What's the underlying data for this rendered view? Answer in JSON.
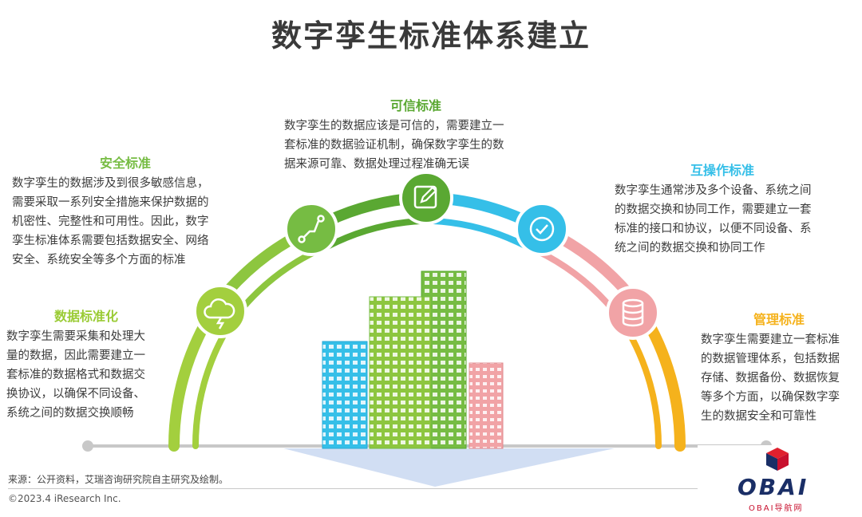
{
  "title": "数字孪生标准体系建立",
  "sections": {
    "data_std": {
      "heading": "数据标准化",
      "lines": [
        "数字孪生需要采集和处理大",
        "量的数据，因此需要建立一",
        "套标准的数据格式和数据交",
        "换协议，以确保不同设备、",
        "系统之间的数据交换顺畅"
      ]
    },
    "security": {
      "heading": "安全标准",
      "lines": [
        "数字孪生的数据涉及到很多敏感信息，",
        "需要采取一系列安全措施来保护数据的",
        "机密性、完整性和可用性。因此，数字",
        "孪生标准体系需要包括数据安全、网络",
        "安全、系统安全等多个方面的标准"
      ]
    },
    "trusted": {
      "heading": "可信标准",
      "lines": [
        "数字孪生的数据应该是可信的，需要建立一",
        "套标准的数据验证机制，确保数字孪生的数",
        "据来源可靠、数据处理过程准确无误"
      ]
    },
    "interop": {
      "heading": "互操作标准",
      "lines": [
        "数字孪生通常涉及多个设备、系统之间",
        "的数据交换和协同工作，需要建立一套",
        "标准的接口和协议，以便不同设备、系",
        "统之间的数据交换和协同工作"
      ]
    },
    "mgmt": {
      "heading": "管理标准",
      "lines": [
        "数字孪生需要建立一套标准",
        "的数据管理体系，包括数据",
        "存储、数据备份、数据恢复",
        "等多个方面，以确保数字孪",
        "生的数据安全和可靠性"
      ]
    }
  },
  "icons": {
    "cloud": "cloud-bolt-icon",
    "path": "route-icon",
    "edit": "edit-icon",
    "check": "check-circle-icon",
    "db": "database-icon"
  },
  "colors": {
    "green_light": "#a3cf3e",
    "green_mid": "#76bc43",
    "green_dark": "#5aa832",
    "cyan": "#35bfe8",
    "pink": "#f1a3a6",
    "orange": "#f5b21c"
  },
  "footer": {
    "source": "来源：公开资料，艾瑞咨询研究院自主研究及绘制。",
    "copyright": "©2023.4 iResearch Inc."
  },
  "logo": {
    "text": "OBAI",
    "sub": "OBAI导航网"
  }
}
